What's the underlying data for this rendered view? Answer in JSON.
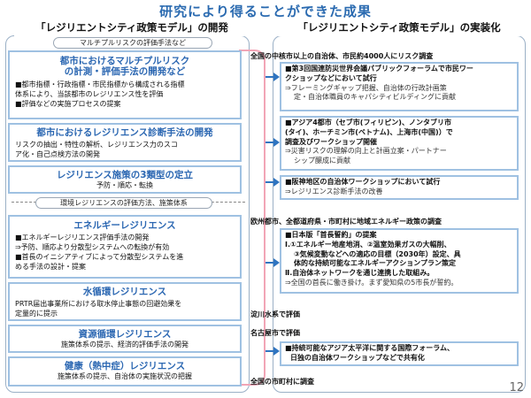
{
  "title": "研究により得ることができた成果",
  "left_header": "「レジリエントシティ政策モデル」の開発",
  "right_header": "「レジリエントシティ政策モデル」の実装化",
  "left": {
    "pill1": "マルチプルリスクの評価手法など",
    "pill2": "環境レジリエンスの評価方法、施策体系",
    "blocks": [
      {
        "title1": "都市におけるマルチプルリスク",
        "title2": "の計測・評価手法の開発など",
        "lines": [
          "■都市指標・行政指標・市民指標から構成される指標",
          "体系により、当該都市のレジリエンス性を評価",
          "■評価などの実施プロセスの提案"
        ]
      },
      {
        "title1": "都市におけるレジリエンス診断手法の開発",
        "lines": [
          "リスクの抽出・特性の解析、レジリエンス力のスコ",
          "ア化・自己点検方法の開発"
        ]
      },
      {
        "title1": "レジリエンス施策の3類型の定立",
        "center": "予防・順応・転換"
      },
      {
        "title1": "エネルギーレジリエンス",
        "lines": [
          "■エネルギーレジリエンス評価手法の開発",
          "⇒予防、順応より分散型システムへの転換が有効",
          "■首長のイニシアティブによって分散型システムを進",
          "める手法の設計・提案"
        ]
      },
      {
        "title1": "水循環レジリエンス",
        "lines": [
          "PRTR届出事業所における取水停止事態の回避効果を",
          "定量的に提示"
        ]
      },
      {
        "title1": "資源循環レジリエンス",
        "center": "施策体系の提示、経済的評価手法の開発"
      },
      {
        "title1": "健康（熱中症）レジリエンス",
        "center": "施策体系の提示、自治体の実施状況の把握"
      }
    ]
  },
  "captions": [
    "全国の中核市以上の自治体、市民約4000人にリスク調査",
    "欧州都市、全都道府県・市町村に地域エネルギー政策の調査",
    "淀川水系で評価",
    "名古屋市で評価",
    "全国の市町村に調査"
  ],
  "right": {
    "boxes": [
      {
        "lines": [
          "■第3回国連防災世界会議パブリックフォーラムで市民ワー",
          "クショップなどにおいて試行"
        ],
        "subs": [
          "⇒フレーミングギャップ把握、自治体の行政計画策",
          "定・自治体職員のキャパシティビルディングに貢献"
        ]
      },
      {
        "lines": [
          "■アジア4都市（セブ市(フィリピン)、ノンタブリ市",
          "(タイ)、ホーチミン市(ベトナム)、上海市(中国)）で",
          "調査及びワークショップ開催"
        ],
        "subs": [
          "⇒災害リスクの理解の向上と計画立案・パートナー",
          "シップ醸成に貢献"
        ]
      },
      {
        "lines": [
          "■阪神地区の自治体ワークショップにおいて試行"
        ],
        "subs": [
          "⇒レジリエンス診断手法の改善"
        ]
      },
      {
        "lines": [
          "■日本版「首長誓約」の提案",
          "Ⅰ.①エネルギー地産地消、②温室効果ガスの大幅削、",
          "③気候変動などへの適応の目標（2030年）設定、具",
          "体的な持続可能なエネルギーアクションプラン策定",
          "Ⅱ.自治体ネットワークを通じ連携した取組み。"
        ],
        "subs": [
          "⇒全国の首長に働き掛け。まず愛知県の5市長が誓約。"
        ]
      },
      {
        "lines": [
          "■持続可能なアジア太平洋に関する国際フォーラム、",
          "日独の自治体ワークショップなどで共有化"
        ]
      }
    ]
  },
  "page_number": "12"
}
